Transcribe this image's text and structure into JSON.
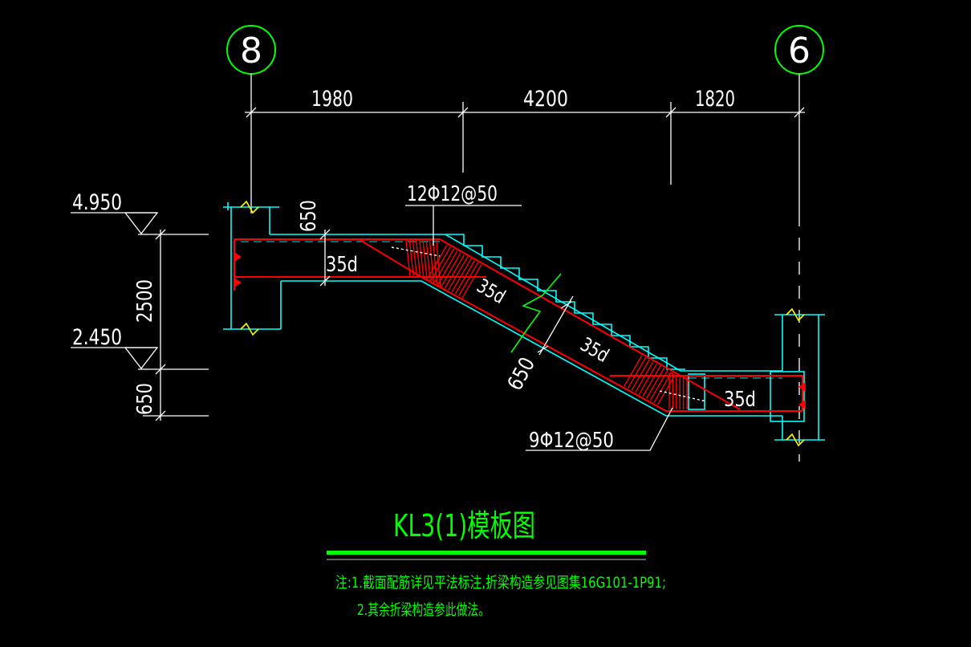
{
  "drawing": {
    "title": "KL3(1)模板图",
    "notes": [
      "注:1.截面配筋详见平法标注,折梁构造参见图集16G101-1P91;",
      "2.其余折梁构造参此做法。"
    ]
  },
  "grid_axes": {
    "left": "8",
    "right": "6"
  },
  "dimensions": {
    "spans": [
      "1980",
      "4200",
      "1820"
    ],
    "vertical_total": "2500",
    "vertical_lower": "650",
    "beam_depth_flat": "650",
    "beam_depth_sloped": "650"
  },
  "elevations": {
    "upper": "4.950",
    "lower": "2.450"
  },
  "anchorage_labels": [
    "35d",
    "35d",
    "35d",
    "35d"
  ],
  "stirrups": {
    "left_fold": "12Φ12@50",
    "right_fold": "9Φ12@50"
  },
  "colors": {
    "background": "#000000",
    "grid_axis": "#00ff00",
    "concrete_outline": "#00ffff",
    "rebar": "#ff0000",
    "annotation": "#ffffff",
    "break_mark": "#ffff00",
    "title_text": "#00ff00"
  }
}
